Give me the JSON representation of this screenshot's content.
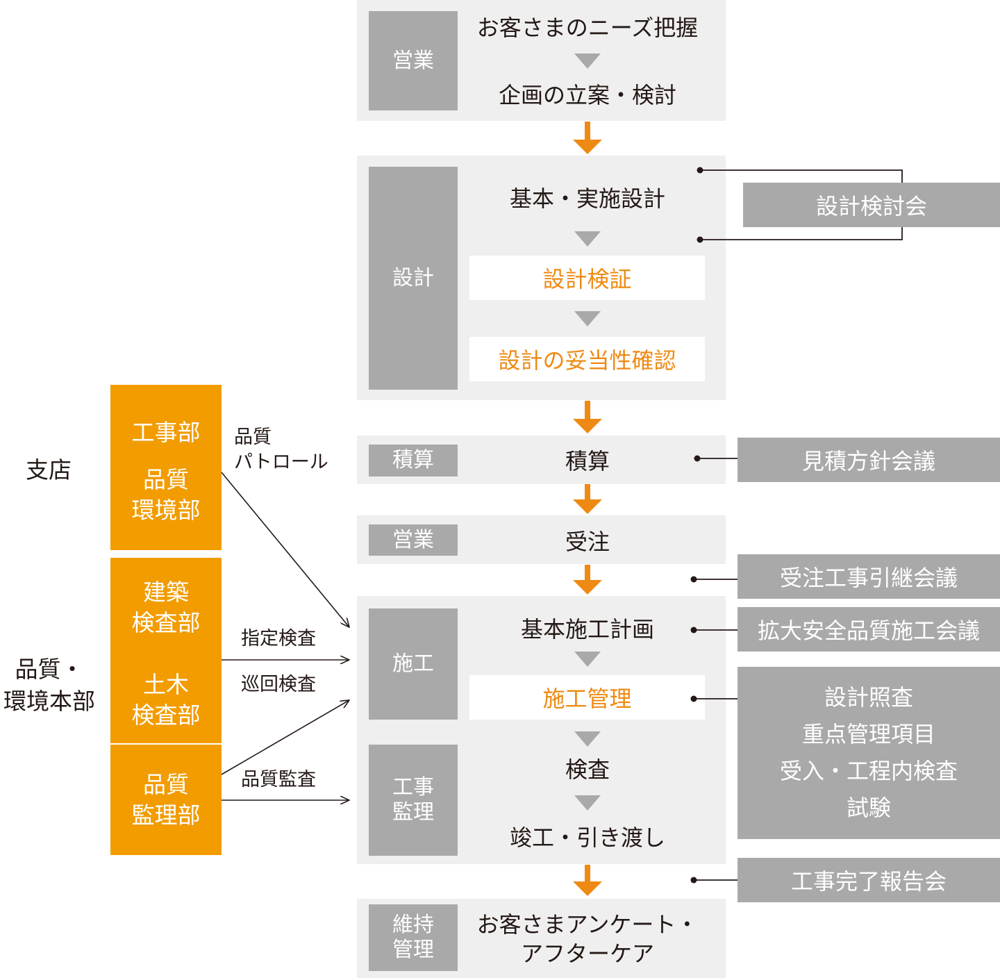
{
  "flow": {
    "sales1": {
      "stage": "営業",
      "step1": "お客さまのニーズ把握",
      "step2": "企画の立案・検討"
    },
    "design": {
      "stage": "設計",
      "step1": "基本・実施設計",
      "verify": "設計検証",
      "validate": "設計の妥当性確認"
    },
    "estimate": {
      "stage": "積算",
      "step": "積算"
    },
    "sales2": {
      "stage": "営業",
      "step": "受注"
    },
    "construction": {
      "stage": "施工",
      "step1": "基本施工計画",
      "manage": "施工管理"
    },
    "supervision": {
      "stage_line1": "工事",
      "stage_line2": "監理",
      "step1": "検査",
      "step2": "竣工・引き渡し"
    },
    "maintenance": {
      "stage_line1": "維持",
      "stage_line2": "管理",
      "step_line1": "お客さまアンケート・",
      "step_line2": "アフターケア"
    }
  },
  "meetings": {
    "design_review": "設計検討会",
    "estimate_policy": "見積方針会議",
    "handover": "受注工事引継会議",
    "safety_quality": "拡大安全品質施工会議",
    "control_items": [
      "設計照査",
      "重点管理項目",
      "受入・工程内検査",
      "試験"
    ],
    "completion_report": "工事完了報告会"
  },
  "orgs": {
    "branch_label": "支店",
    "hq_label_line1": "品質・",
    "hq_label_line2": "環境本部",
    "construction_dept": "工事部",
    "quality_env_line1": "品質",
    "quality_env_line2": "環境部",
    "arch_line1": "建築",
    "arch_line2": "検査部",
    "civil_line1": "土木",
    "civil_line2": "検査部",
    "qc_line1": "品質",
    "qc_line2": "監理部"
  },
  "arrow_labels": {
    "patrol_line1": "品質",
    "patrol_line2": "パトロール",
    "designated": "指定検査",
    "patrol_inspection": "巡回検査",
    "audit": "品質監査"
  },
  "colors": {
    "orange": "#f29c00",
    "accent_text": "#ee8a13",
    "gray": "#a9a9a9",
    "panel": "#efefef",
    "arrow": "#ee8a13"
  }
}
